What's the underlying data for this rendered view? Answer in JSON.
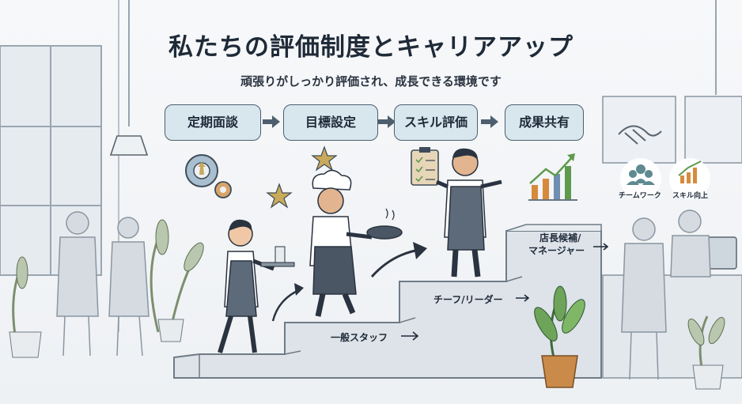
{
  "header": {
    "title": "私たちの評価制度とキャリアアップ",
    "subtitle": "頑張りがしっかり評価され、成長できる環境です"
  },
  "process_steps": [
    {
      "label": "定期面談"
    },
    {
      "label": "目標設定"
    },
    {
      "label": "スキル評価"
    },
    {
      "label": "成果共有"
    }
  ],
  "career_levels": {
    "general": "一般スタッフ",
    "chief": "チーフ/リーダー",
    "manager_line1": "店長候補/",
    "manager_line2": "マネージャー"
  },
  "badges": {
    "teamwork": "チームワーク",
    "skill_up": "スキル向上"
  },
  "colors": {
    "step_fill": "#d8e6ee",
    "outline": "#4d5f6e",
    "title_text": "#1f2a38",
    "apron": "#5d6a7a",
    "star": "#c9a95a",
    "growth_green": "#5e9a4e",
    "chart_orange": "#d68a3c"
  }
}
